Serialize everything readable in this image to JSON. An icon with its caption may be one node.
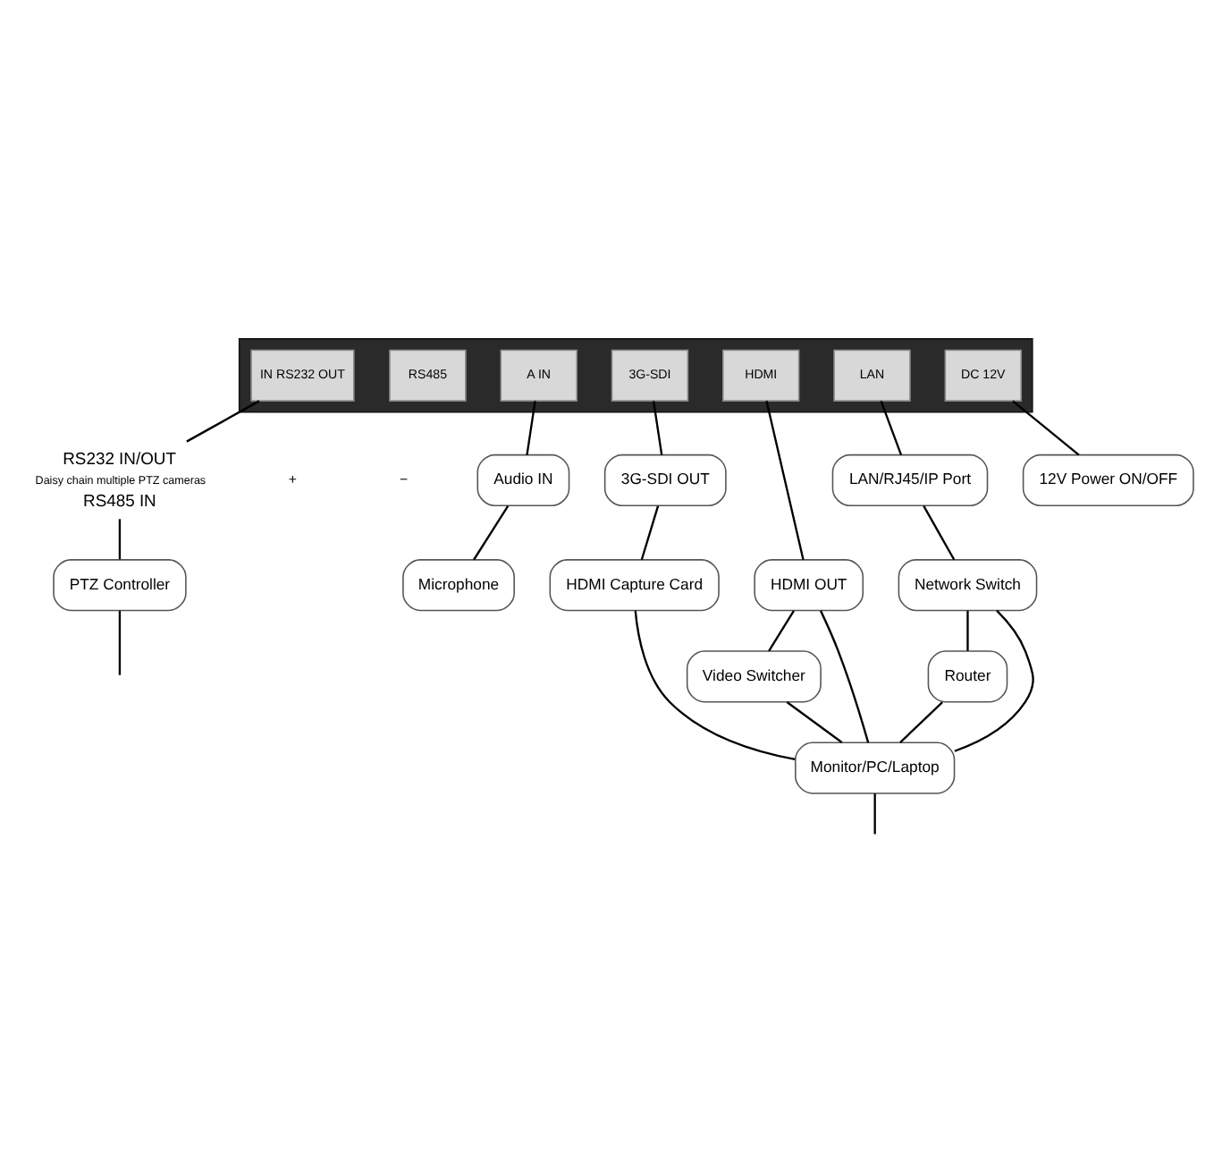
{
  "diagram": {
    "nodes": [
      {
        "text": [],
        "shape": "picture"
      },
      {
        "text": [
          "IN RS232 OUT"
        ],
        "in": 0
      },
      {
        "text": [
          "RS485"
        ],
        "in": 0
      },
      {
        "text": [
          "A IN"
        ],
        "in": 0
      },
      {
        "text": [
          "3G-SDI"
        ],
        "in": 0
      },
      {
        "text": [
          "HDMI"
        ],
        "in": 0
      },
      {
        "text": [
          "LAN"
        ],
        "in": 0
      },
      {
        "text": [
          "DC 12V"
        ],
        "in": 0
      },
      {
        "text": [
          "12V Power ON/OFF"
        ]
      },
      {
        "text": [
          "LAN/RJ45/IP Port"
        ]
      },
      {
        "text": [
          "RS232 IN/OUT",
          "Daisy chain multiple PTZ cameras",
          "RS485 IN"
        ]
      },
      {
        "text": [
          "Audio IN"
        ]
      },
      {
        "text": [
          "3G-SDI OUT"
        ]
      },
      {
        "text": [
          "HDMI OUT"
        ]
      },
      {
        "text": [
          "Network Switch"
        ]
      },
      {
        "text": [
          "HDMI Capture Card"
        ]
      },
      {
        "text": [
          "Microphone"
        ]
      },
      {
        "text": [
          "Video Switcher"
        ]
      },
      {
        "text": [
          "Router"
        ]
      },
      {
        "text": [
          "PTZ Controller"
        ]
      },
      {
        "text": [
          "Monitor/PC/Laptop"
        ]
      }
    ],
    "edges": [
      {
        "from": 1,
        "to": 10,
        "arrow": "none"
      },
      {
        "from": 10,
        "to": 19,
        "arrow": "none"
      },
      {
        "from": 19,
        "to": null,
        "arrow": "none"
      },
      {
        "from": 3,
        "to": 11,
        "arrow": "none"
      },
      {
        "from": 11,
        "to": 16,
        "arrow": "none"
      },
      {
        "from": 4,
        "to": 12,
        "arrow": "none"
      },
      {
        "from": 12,
        "to": 15,
        "arrow": "none"
      },
      {
        "from": 15,
        "to": 20,
        "arrow": "none"
      },
      {
        "from": 5,
        "to": 13,
        "arrow": "none"
      },
      {
        "from": 13,
        "to": 17,
        "arrow": "none"
      },
      {
        "from": 13,
        "to": 20,
        "arrow": "none"
      },
      {
        "from": 17,
        "to": 20,
        "arrow": "none"
      },
      {
        "from": 20,
        "to": null,
        "arrow": "none"
      },
      {
        "from": 6,
        "to": 9,
        "arrow": "none"
      },
      {
        "from": 9,
        "to": 14,
        "arrow": "none"
      },
      {
        "from": 14,
        "to": 20,
        "arrow": "none"
      },
      {
        "from": 14,
        "to": 18,
        "arrow": "none"
      },
      {
        "from": 18,
        "to": 20,
        "arrow": "none"
      },
      {
        "from": 7,
        "to": 8,
        "arrow": "none"
      }
    ],
    "labels": [
      "+",
      "−"
    ]
  }
}
